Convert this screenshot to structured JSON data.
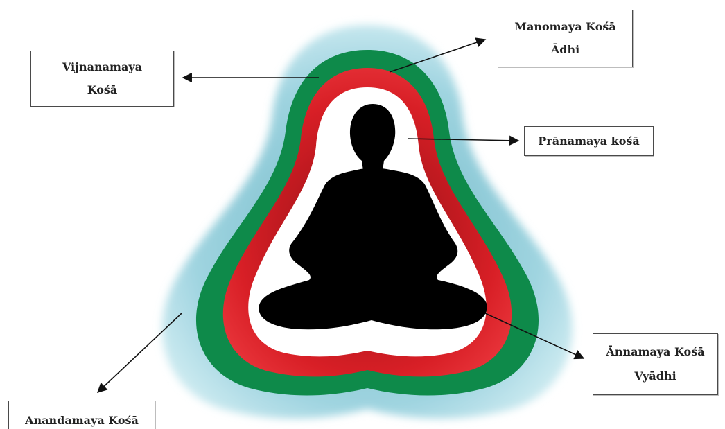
{
  "layers": [
    {
      "name_ref": "anandamaya",
      "color": "#9fd4e0"
    },
    {
      "name_ref": "vijnanamaya",
      "color": "#0e8a4a"
    },
    {
      "name_ref": "manomaya",
      "color": "#d81f26"
    },
    {
      "name_ref": "pranamaya",
      "color": "#ffffff"
    },
    {
      "name_ref": "annamaya",
      "color": "#000000"
    }
  ],
  "labels": {
    "vijnanamaya": {
      "line1": "Vijnanamaya",
      "line2": "Kośā"
    },
    "manomaya": {
      "line1": "Manomaya Kośā",
      "line2": "Ādhi"
    },
    "pranamaya": {
      "line1": "Prānamaya kośā"
    },
    "annamaya": {
      "line1": "Ānnamaya Kośā",
      "line2": "Vyādhi"
    },
    "anandamaya": {
      "line1": "Anandamaya Kośā"
    }
  }
}
